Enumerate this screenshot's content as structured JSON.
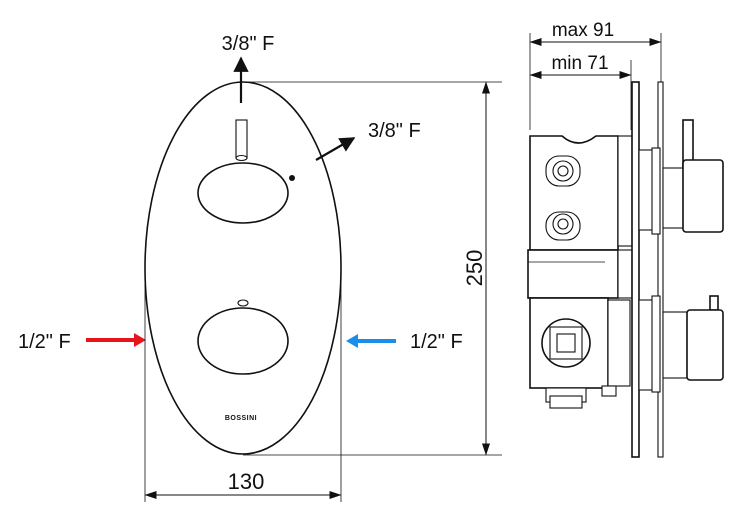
{
  "labels": {
    "outlet_top": "3/8\" F",
    "outlet_side": "3/8\" F",
    "inlet_left": "1/2\" F",
    "inlet_right": "1/2\" F",
    "width": "130",
    "height": "250",
    "depth_max": "max 91",
    "depth_min": "min 71",
    "brand": "BOSSINI"
  },
  "colors": {
    "hot_arrow": "#e8141c",
    "cold_arrow": "#1a8ee8",
    "line": "#111111"
  },
  "icons": {
    "outlet_arrows": "arrow-up-icon",
    "inlet_arrows": "arrow-right-icon"
  }
}
